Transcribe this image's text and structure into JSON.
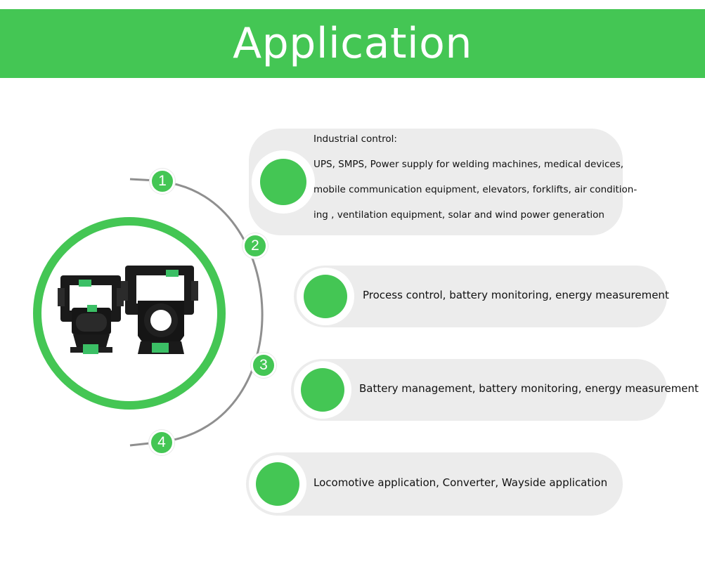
{
  "banner": {
    "title": "Application"
  },
  "colors": {
    "accent": "#44c654",
    "card": "#ececec",
    "arc": "#8f8f8f"
  },
  "steps": [
    "1",
    "2",
    "3",
    "4"
  ],
  "items": [
    {
      "lines": [
        "Industrial control:",
        "UPS, SMPS, Power supply for welding machines, medical devices,",
        "mobile communication equipment, elevators, forklifts, air condition-",
        "ing , ventilation equipment, solar and wind power generation"
      ]
    },
    {
      "text": "Process control, battery monitoring, energy measurement"
    },
    {
      "text": "Battery management, battery monitoring, energy measurement"
    },
    {
      "text": "Locomotive application, Converter, Wayside application"
    }
  ],
  "product_image": {
    "icon": "current-sensor-product-photo"
  }
}
